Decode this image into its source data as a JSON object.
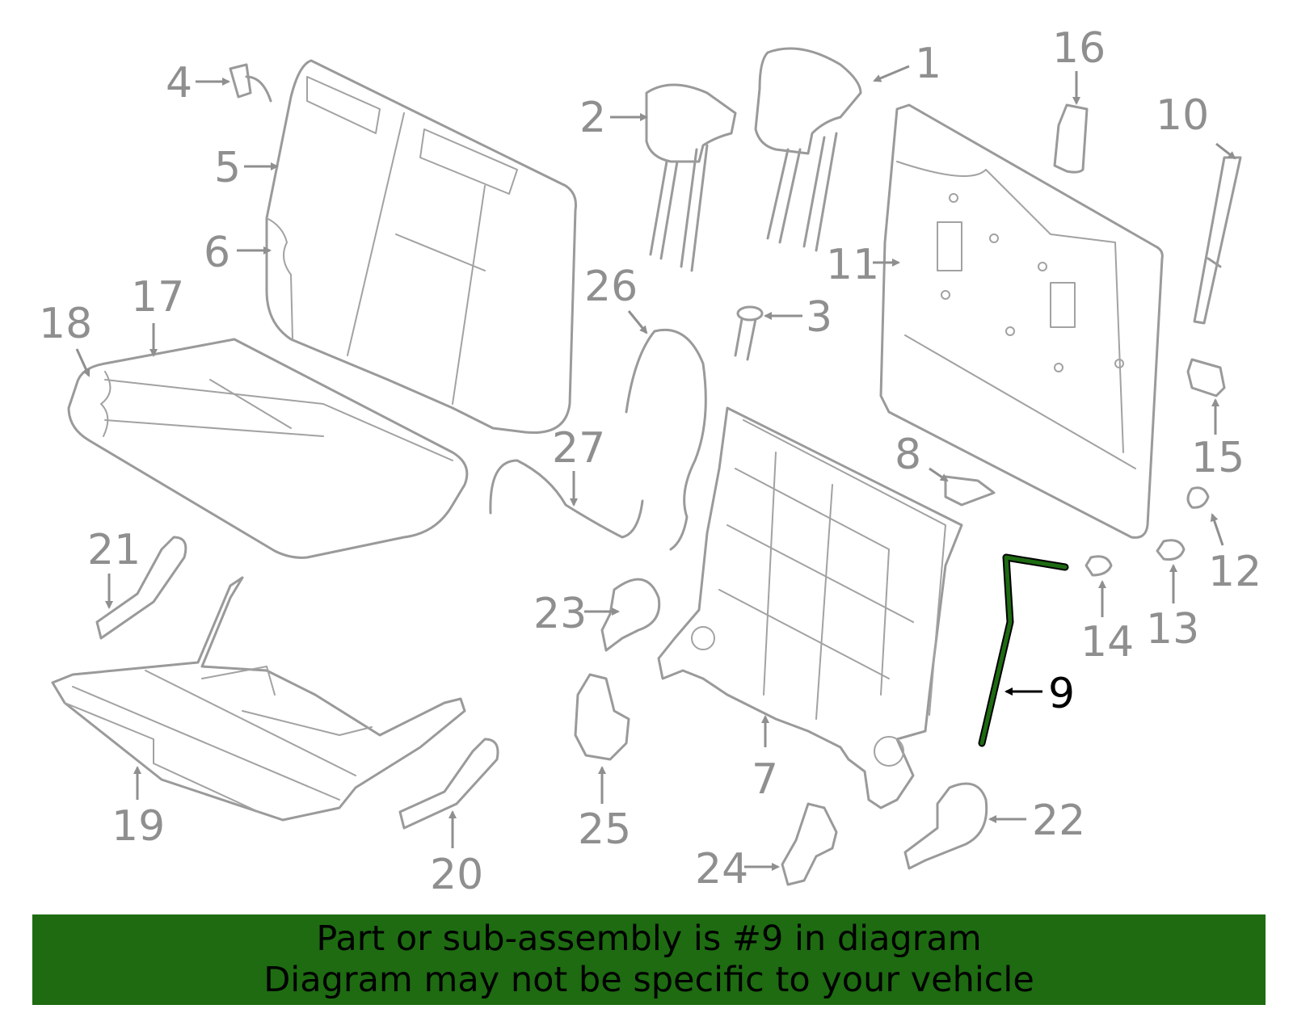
{
  "diagram": {
    "highlight_color": "#1e6b12",
    "part_color": "#9a9a9a",
    "highlighted_part": "9",
    "callouts": [
      "1",
      "2",
      "3",
      "4",
      "5",
      "6",
      "7",
      "8",
      "9",
      "10",
      "11",
      "12",
      "13",
      "14",
      "15",
      "16",
      "17",
      "18",
      "19",
      "20",
      "21",
      "22",
      "23",
      "24",
      "25",
      "26",
      "27"
    ]
  },
  "banner": {
    "line1": "Part or sub-assembly is #9 in diagram",
    "line2": "Diagram may not be specific to your vehicle",
    "background": "#1e6b12"
  }
}
